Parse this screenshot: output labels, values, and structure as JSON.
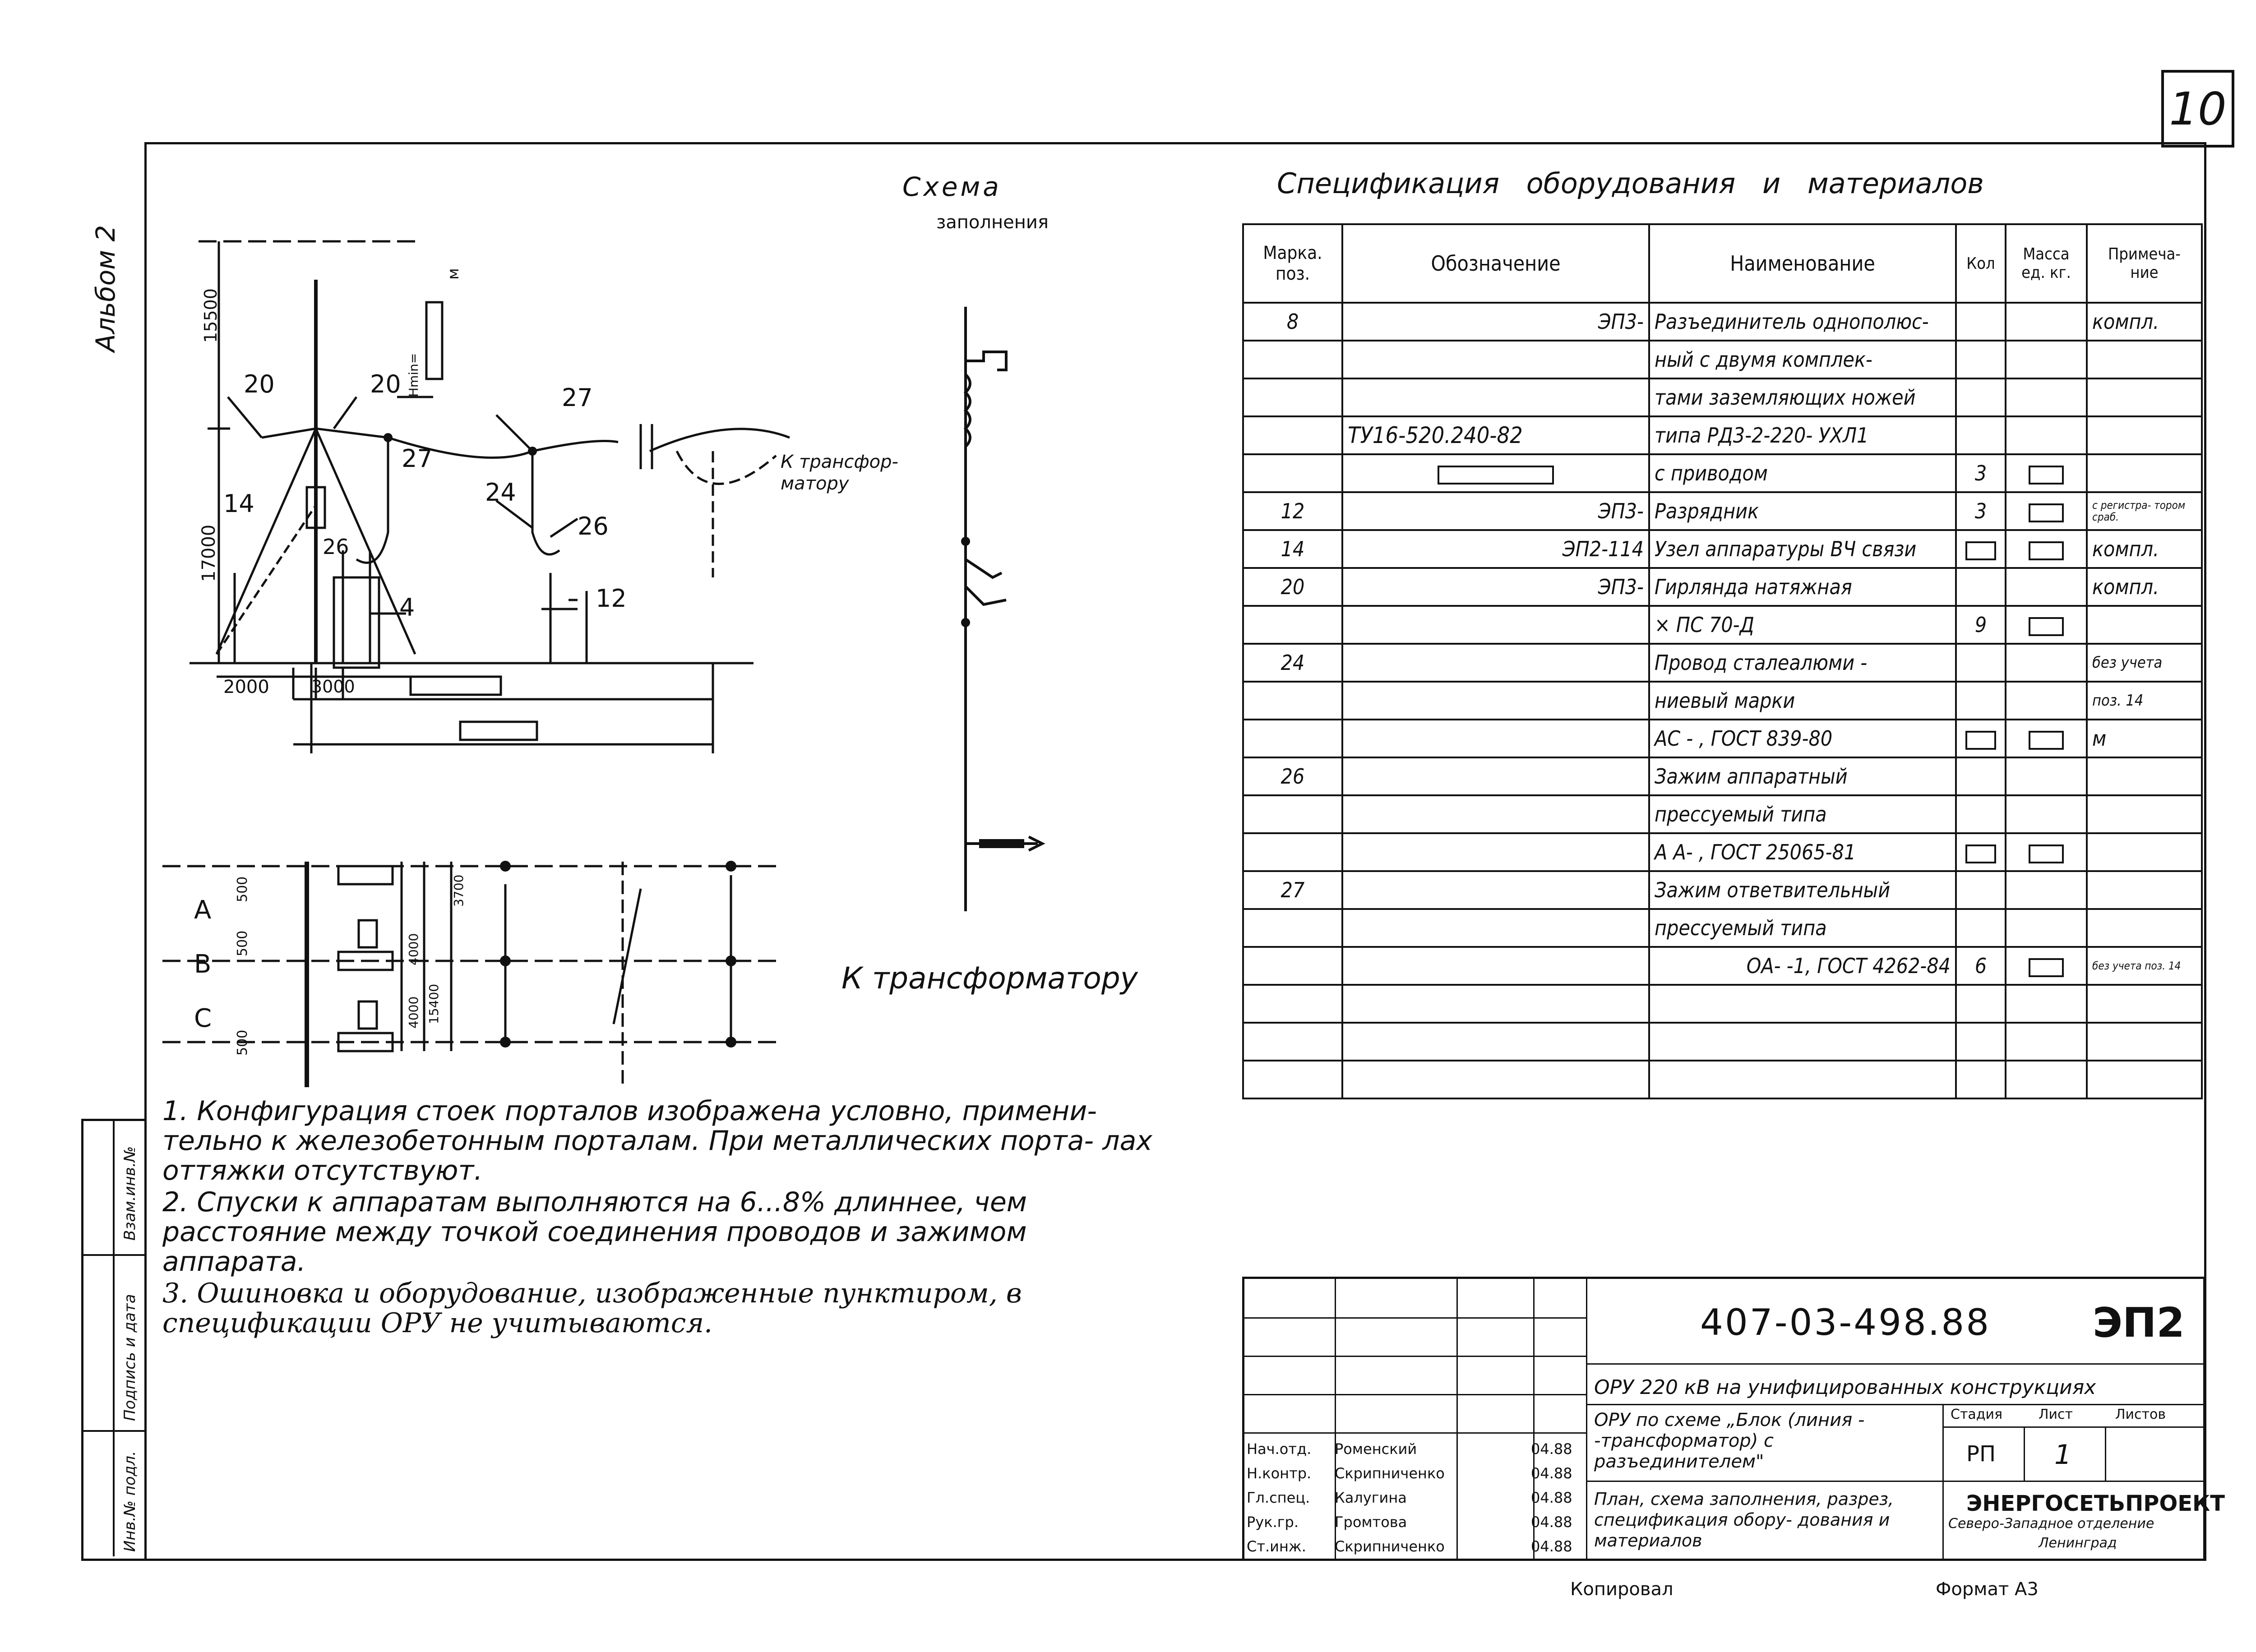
{
  "sheet_number": "10",
  "album_label": "Альбом 2",
  "side_stamps": [
    "Взам.инв.№",
    "Подпись и дата",
    "Инв.№ подл."
  ],
  "scheme": {
    "title_line1": "Схема",
    "title_line2": "заполнения",
    "to_transformer_short": "К трансфор-\nматору",
    "to_transformer": "К трансформатору"
  },
  "drawing_labels": {
    "dim_15500": "15500",
    "dim_17000": "17000",
    "dim_2000": "2000",
    "dim_3000": "3000",
    "tag_m": "м",
    "tag_minmin": "Hmin=",
    "pos_20a": "20",
    "pos_20b": "20",
    "pos_27a": "27",
    "pos_27b": "27",
    "pos_14": "14",
    "pos_26a": "26",
    "pos_26b": "26",
    "pos_24": "24",
    "pos_4": "4",
    "pos_12": "12",
    "phase_a": "A",
    "phase_b": "B",
    "phase_c": "C",
    "d500a": "500",
    "d500b": "500",
    "d500c": "500",
    "d3700": "3700",
    "d4000a": "4000",
    "d4000b": "4000",
    "d15400": "15400"
  },
  "spec": {
    "title": "Спецификация оборудования и материалов",
    "headers": [
      "Марка. поз.",
      "Обозначение",
      "Наименование",
      "Кол",
      "Масса ед. кг.",
      "Примеча- ние"
    ],
    "rows": [
      {
        "pos": "8",
        "code": "ЭП3-",
        "name": "Разъединитель однополюс-",
        "qty": "",
        "mass": "",
        "note": "компл."
      },
      {
        "pos": "",
        "code": "",
        "name": "ный с двумя комплек-",
        "qty": "",
        "mass": "",
        "note": ""
      },
      {
        "pos": "",
        "code": "",
        "name": "тами заземляющих ножей",
        "qty": "",
        "mass": "",
        "note": ""
      },
      {
        "pos": "",
        "code": "ТУ16-520.240-82",
        "name": "типа РД3-2-220-  УХЛ1",
        "qty": "",
        "mass": "",
        "note": ""
      },
      {
        "pos": "",
        "code": "",
        "name": "с приводом",
        "qty": "3",
        "mass": "",
        "note": ""
      },
      {
        "pos": "12",
        "code": "ЭП3-",
        "name": "Разрядник",
        "qty": "3",
        "mass": "",
        "note": "с регистра- тором сраб."
      },
      {
        "pos": "14",
        "code": "ЭП2-114",
        "name": "Узел аппаратуры ВЧ связи",
        "qty": "",
        "mass": "",
        "note": "компл."
      },
      {
        "pos": "20",
        "code": "ЭП3-",
        "name": "Гирлянда натяжная",
        "qty": "",
        "mass": "",
        "note": "компл."
      },
      {
        "pos": "",
        "code": "",
        "name": "× ПС 70-Д",
        "qty": "9",
        "mass": "",
        "note": ""
      },
      {
        "pos": "24",
        "code": "",
        "name": "Провод сталеалюми -",
        "qty": "",
        "mass": "",
        "note": "без учета"
      },
      {
        "pos": "",
        "code": "",
        "name": "ниевый марки",
        "qty": "",
        "mass": "",
        "note": "поз. 14"
      },
      {
        "pos": "",
        "code": "",
        "name": "АС - , ГОСТ 839-80",
        "qty": "",
        "mass": "",
        "note": "м"
      },
      {
        "pos": "26",
        "code": "",
        "name": "Зажим аппаратный",
        "qty": "",
        "mass": "",
        "note": ""
      },
      {
        "pos": "",
        "code": "",
        "name": "прессуемый типа",
        "qty": "",
        "mass": "",
        "note": ""
      },
      {
        "pos": "",
        "code": "",
        "name": "А А- , ГОСТ 25065-81",
        "qty": "",
        "mass": "",
        "note": ""
      },
      {
        "pos": "27",
        "code": "",
        "name": "Зажим ответвительный",
        "qty": "",
        "mass": "",
        "note": ""
      },
      {
        "pos": "",
        "code": "",
        "name": "прессуемый типа",
        "qty": "",
        "mass": "",
        "note": ""
      },
      {
        "pos": "",
        "code": "",
        "name": "ОА- -1, ГОСТ 4262-84",
        "qty": "6",
        "mass": "",
        "note": "без учета поз. 14"
      },
      {
        "pos": "",
        "code": "",
        "name": "",
        "qty": "",
        "mass": "",
        "note": ""
      },
      {
        "pos": "",
        "code": "",
        "name": "",
        "qty": "",
        "mass": "",
        "note": ""
      },
      {
        "pos": "",
        "code": "",
        "name": "",
        "qty": "",
        "mass": "",
        "note": ""
      }
    ]
  },
  "notes": [
    "1. Конфигурация стоек порталов изображена условно, примени- тельно к железобетонным порталам. При металлических порта- лах оттяжки отсутствуют.",
    "2. Спуски к аппаратам выполняются на 6...8% длиннее, чем расстояние между точкой соединения проводов и зажимом аппарата.",
    "3. Ошиновка и оборудование, изображенные пунктиром, в спецификации ОРУ не учитываются."
  ],
  "title_block": {
    "doc_code": "407-03-498.88",
    "sheet_code": "ЭП2",
    "project": "ОРУ 220 кВ на унифицированных конструкциях",
    "scheme_name": "ОРУ по схеме „Блок (линия - -трансформатор) с разъединителем\"",
    "stage_label": "Стадия",
    "sheet_label": "Лист",
    "sheets_label": "Листов",
    "stage": "РП",
    "sheet": "1",
    "sheet_title": "План, схема заполнения, разрез, спецификация обору- дования и материалов",
    "org_line1": "ЭНЕРГОСЕТЬПРОЕКТ",
    "org_line2": "Северо-Западное отделение",
    "org_line3": "Ленинград",
    "signers": [
      {
        "role": "Нач.отд.",
        "name": "Роменский",
        "date": "04.88"
      },
      {
        "role": "Н.контр.",
        "name": "Скрипниченко",
        "date": "04.88"
      },
      {
        "role": "Гл.спец.",
        "name": "Калугина",
        "date": "04.88"
      },
      {
        "role": "Рук.гр.",
        "name": "Громтова",
        "date": "04.88"
      },
      {
        "role": "Ст.инж.",
        "name": "Скрипниченко",
        "date": "04.88"
      }
    ]
  },
  "footer": {
    "copied": "Копировал",
    "format": "Формат А3"
  }
}
